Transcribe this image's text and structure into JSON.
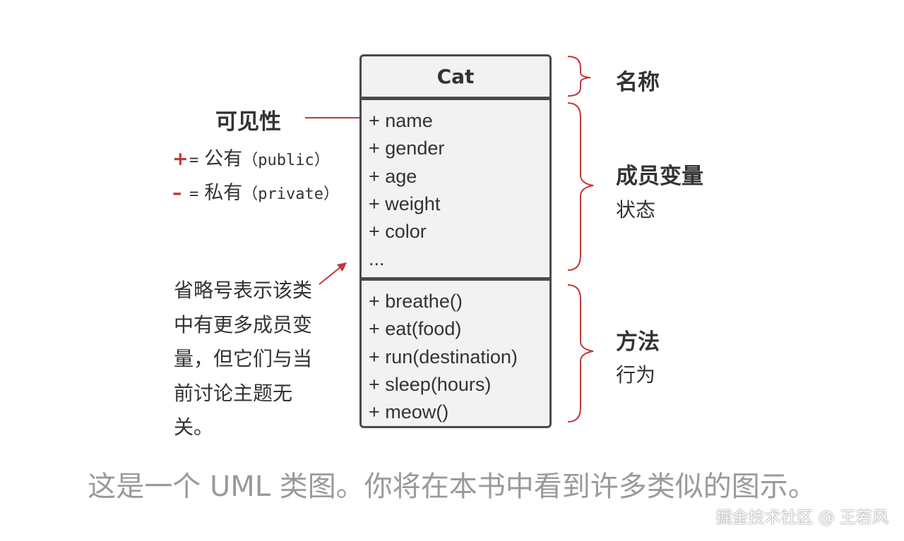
{
  "uml": {
    "class_name": "Cat",
    "attributes": [
      "+ name",
      "+ gender",
      "+ age",
      "+ weight",
      "+ color",
      "..."
    ],
    "methods": [
      "+ breathe()",
      "+ eat(food)",
      "+ run(destination)",
      "+ sleep(hours)",
      "+ meow()"
    ]
  },
  "left_notes": {
    "visibility_title": "可见性",
    "public": {
      "symbol": "+",
      "eq": "=",
      "label": "公有",
      "paren": "（public）"
    },
    "private": {
      "symbol": "–",
      "eq": "=",
      "label": "私有",
      "paren": "（private）"
    },
    "ellipsis_note": "省略号表示该类中有更多成员变量，但它们与当前讨论主题无关。"
  },
  "right_labels": {
    "name": "名称",
    "fields": "成员变量",
    "fields_sub": "状态",
    "methods": "方法",
    "methods_sub": "行为"
  },
  "caption": "这是一个 UML 类图。你将在本书中看到许多类似的图示。",
  "watermark": "掘金技术社区 @ 王若风",
  "colors": {
    "accent": "#c0393b",
    "border": "#4a4a4a",
    "box_fill": "#f2f2f2",
    "caption": "#9a9a9a"
  }
}
